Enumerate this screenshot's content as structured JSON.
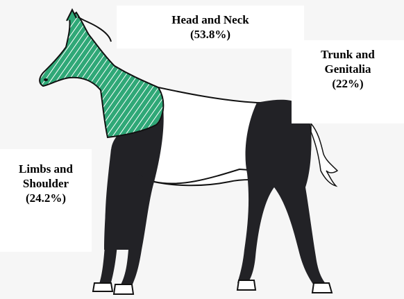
{
  "regions": {
    "head_neck": {
      "title": "Head and Neck",
      "value": "(53.8%)",
      "percent": 53.8,
      "fill": "#2fa877"
    },
    "trunk_genitalia": {
      "title_line1": "Trunk and",
      "title_line2": "Genitalia",
      "value": "(22%)",
      "percent": 22
    },
    "limbs_shoulder": {
      "title_line1": "Limbs and",
      "title_line2": "Shoulder",
      "value": "(24.2%)",
      "percent": 24.2
    }
  },
  "colors": {
    "shaded_region": "#222226",
    "hatched_region": "#2fa877",
    "outline": "#111111",
    "paper": "#f6f6f6"
  }
}
